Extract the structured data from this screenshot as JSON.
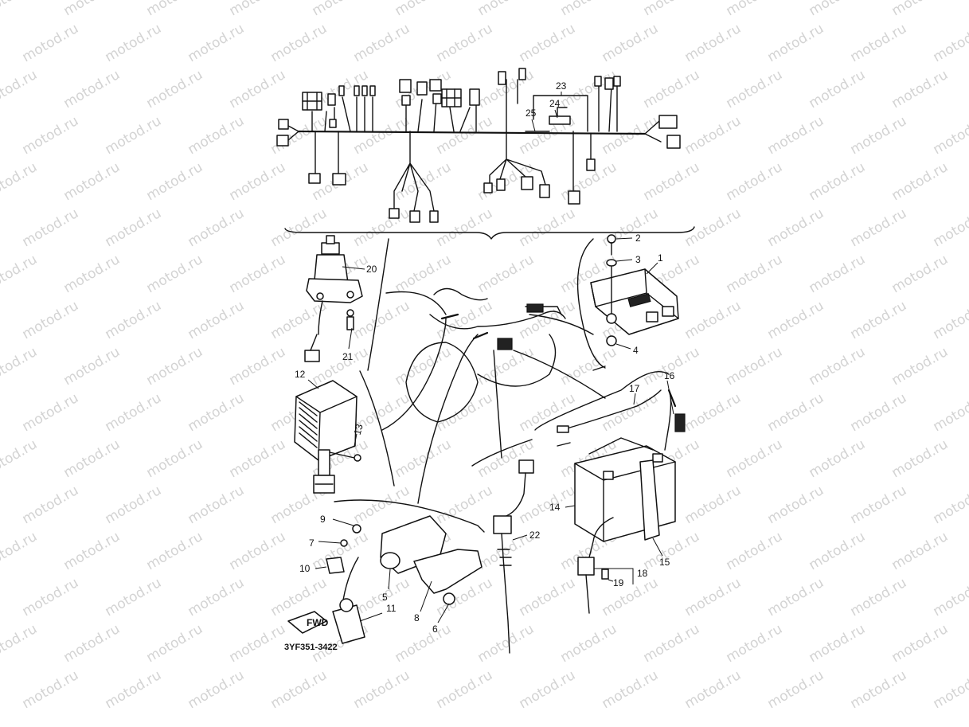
{
  "watermark": {
    "text": "motod.ru"
  },
  "diagram": {
    "code": "3YF351-3422",
    "fwd_label": "FWD",
    "callouts": [
      "1",
      "2",
      "3",
      "4",
      "5",
      "6",
      "7",
      "8",
      "9",
      "10",
      "11",
      "12",
      "13",
      "14",
      "15",
      "16",
      "17",
      "18",
      "19",
      "20",
      "21",
      "22",
      "23",
      "24",
      "25"
    ]
  }
}
